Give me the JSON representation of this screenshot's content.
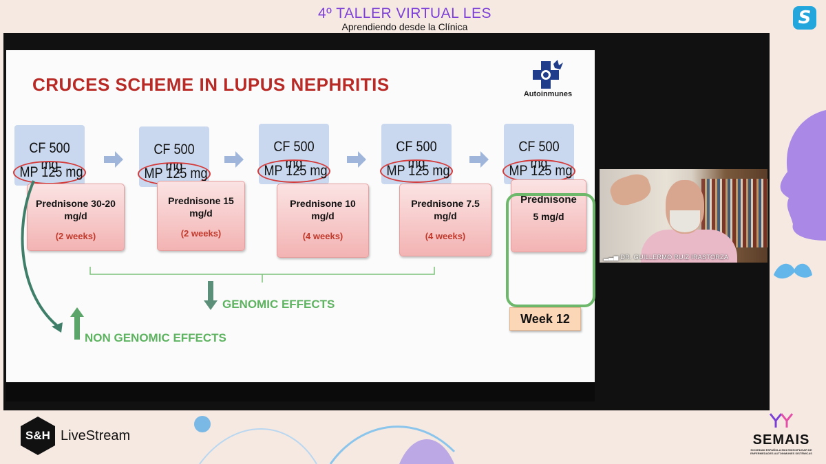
{
  "header": {
    "title": "4º TALLER VIRTUAL LES",
    "subtitle": "Aprendiendo desde la Clínica",
    "app_badge": "S"
  },
  "slide": {
    "title": "CRUCES SCHEME IN LUPUS NEPHRITIS",
    "org_name": "Autoinmunes",
    "steps": [
      {
        "cf": "CF 500 mg",
        "mp": "MP 125 mg",
        "pred_line1": "Prednisone 30-20",
        "pred_line2": "mg/d",
        "duration": "(2 weeks)"
      },
      {
        "cf": "CF 500 mg",
        "mp": "MP 125 mg",
        "pred_line1": "Prednisone 15",
        "pred_line2": "mg/d",
        "duration": "(2 weeks)"
      },
      {
        "cf": "CF 500 mg",
        "mp": "MP 125 mg",
        "pred_line1": "Prednisone 10",
        "pred_line2": "mg/d",
        "duration": "(4 weeks)"
      },
      {
        "cf": "CF 500 mg",
        "mp": "MP 125 mg",
        "pred_line1": "Prednisone  7.5",
        "pred_line2": "mg/d",
        "duration": "(4 weeks)"
      },
      {
        "cf": "CF 500 mg",
        "mp": "MP 125 mg",
        "pred_line1": "Prednisone",
        "pred_line2": "5 mg/d",
        "duration": ""
      }
    ],
    "week_label": "Week 12",
    "genomic_label": "GENOMIC EFFECTS",
    "non_genomic_label": "NON GENOMIC EFFECTS"
  },
  "speaker": {
    "name": "DR. GUILLERMO RUIZ IRASTORZA"
  },
  "footer": {
    "stream_logo": "S&H",
    "stream_name": "LiveStream",
    "org_logo": "SEMAIS",
    "org_fullname": "SOCIEDAD ESPAÑOLA MULTIDISCIPLINAR DE ENFERMEDADES AUTOINMUNES SISTÉMICAS"
  },
  "colors": {
    "accent_purple": "#7b3fd6",
    "slide_title_red": "#b72a26",
    "effect_green": "#5db360",
    "dose_blue": "#c9d8ee",
    "pred_pink": "#f3b3b3"
  }
}
